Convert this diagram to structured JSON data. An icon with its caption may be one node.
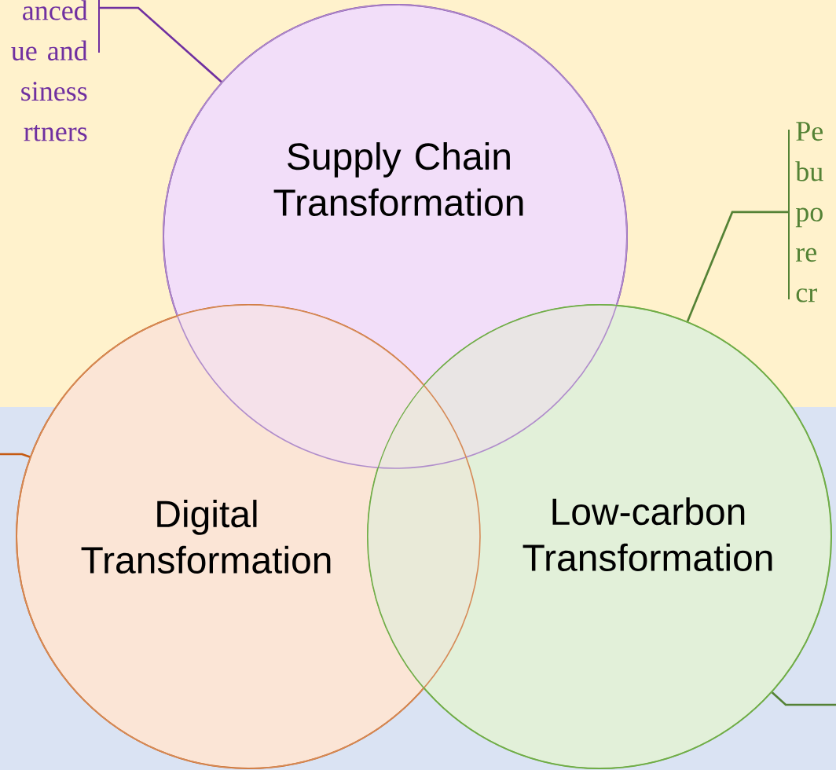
{
  "diagram": {
    "nodes": [
      {
        "text": [
          "Supply Chain Transformation"
        ]
      },
      {
        "text": [
          "Digital Transformation"
        ]
      },
      {
        "text": [
          "Low-carbon Transformation"
        ]
      },
      {
        "text": [
          "anced ue and siness rtners"
        ]
      },
      {
        "text": [
          "Pe bu po re cr"
        ]
      }
    ],
    "edges": [
      {
        "from": 3,
        "to": 0,
        "arrow": "none",
        "color": "#7030a0"
      },
      {
        "from": 4,
        "to": 2,
        "arrow": "none",
        "color": "#548235"
      },
      {
        "from": null,
        "to": 1,
        "arrow": "none",
        "color": "#c55a11"
      },
      {
        "from": null,
        "to": 2,
        "arrow": "none",
        "color": "#548235"
      }
    ]
  }
}
